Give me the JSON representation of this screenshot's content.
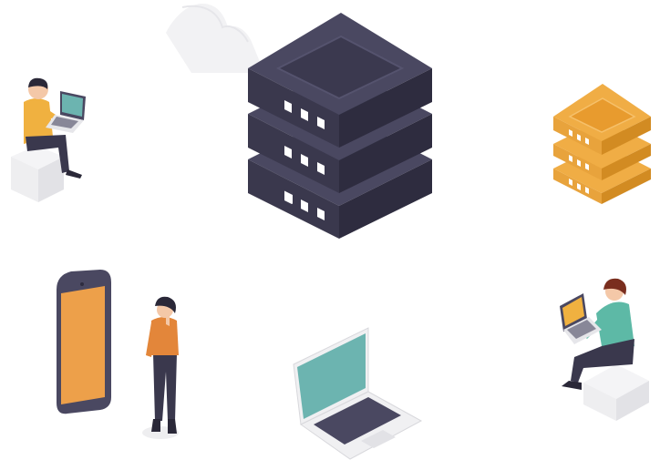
{
  "scene": {
    "description_items": [
      "cloud",
      "dark-server-stack",
      "orange-server-stack",
      "person-with-laptop-left",
      "smartphone",
      "standing-woman",
      "laptop",
      "person-with-laptop-right"
    ]
  },
  "colors": {
    "server_dark_top": "#4a4861",
    "server_dark_inset": "#3b394f",
    "server_dark_left": "#3a384d",
    "server_dark_right": "#2e2c3f",
    "server_light": "#ffffff",
    "server_orange_top": "#f0ad45",
    "server_orange_inset": "#e89b2e",
    "server_orange_left": "#e8a33c",
    "server_orange_right": "#d28b22",
    "cloud": "#f2f2f4",
    "phone_body": "#4a4861",
    "phone_screen": "#eda04a",
    "laptop_screen": "#6cb4b0",
    "laptop_body": "#f0f0f2",
    "laptop_keys": "#4a4861",
    "shirt_yellow": "#f0b140",
    "shirt_orange": "#e3863a",
    "shirt_teal": "#5db9a6",
    "pants_dark": "#3a384d",
    "skin": "#f4c8a8",
    "hair": "#2a2838",
    "seat": "#eeeef0"
  }
}
